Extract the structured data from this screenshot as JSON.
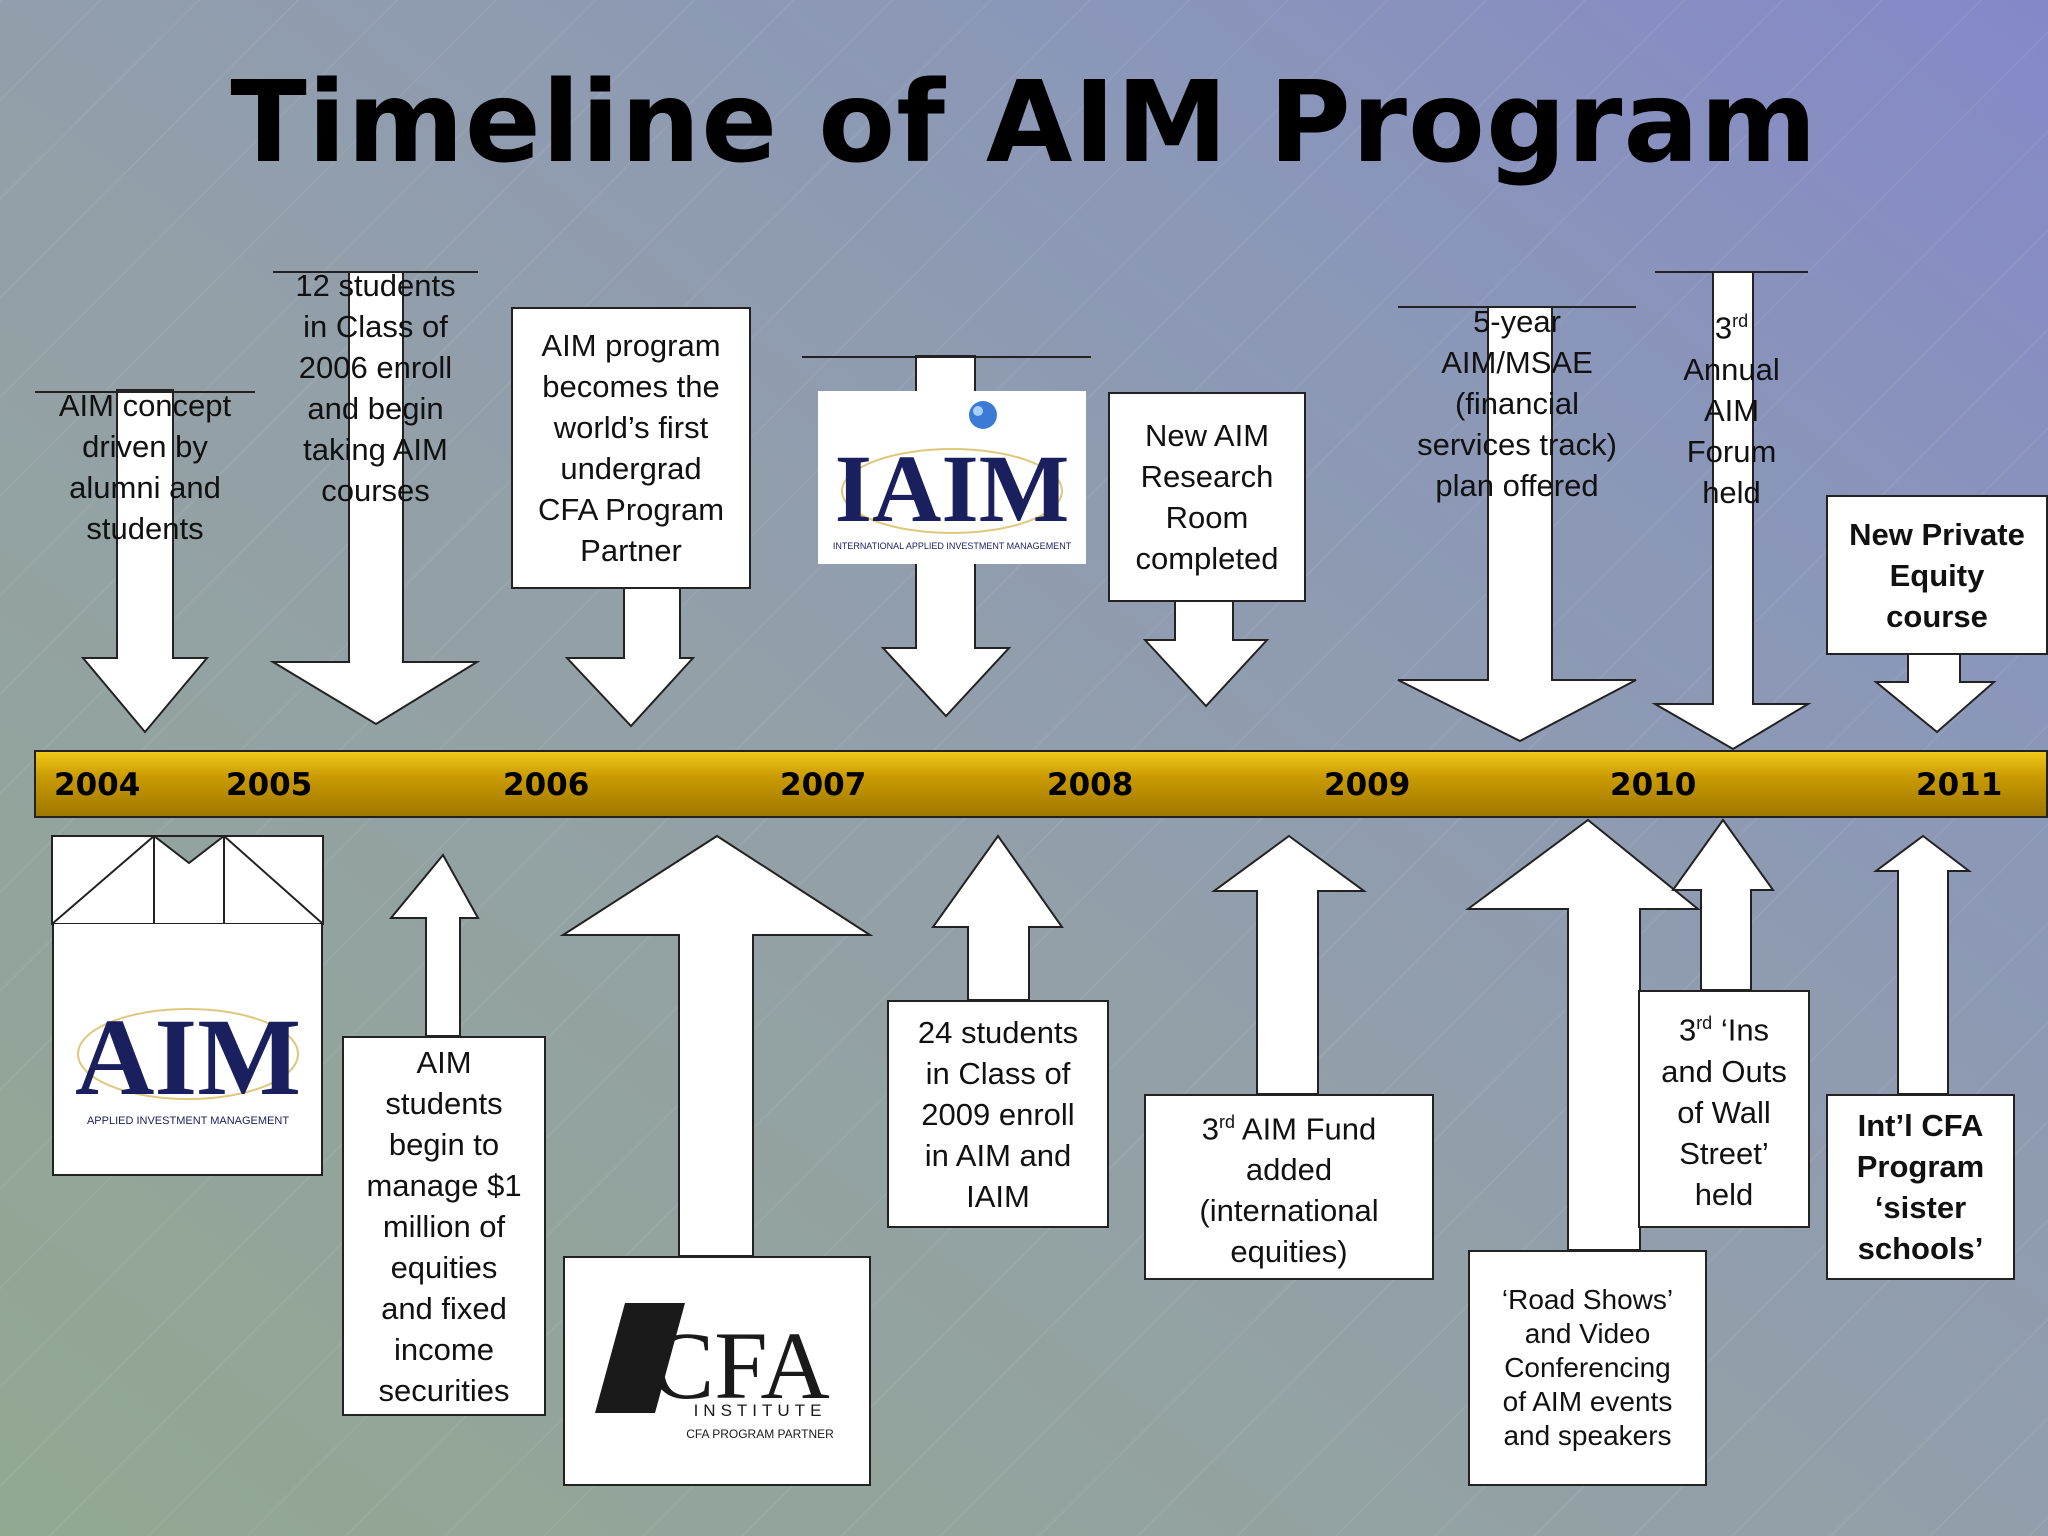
{
  "title": "Timeline of AIM Program",
  "years": [
    "2004",
    "2005",
    "2006",
    "2007",
    "2008",
    "2009",
    "2010",
    "2011"
  ],
  "events_top": [
    {
      "id": "aim-concept",
      "text": "AIM concept\ndriven by\nalumni and\nstudents"
    },
    {
      "id": "class-2006",
      "text": "12 students\nin Class of\n2006 enroll\nand begin\ntaking  AIM\ncourses"
    },
    {
      "id": "cfa-partner",
      "text": "AIM program\nbecomes the\nworld’s first\nundergrad\nCFA Program\nPartner"
    },
    {
      "id": "research-room",
      "text": "New AIM\nResearch\nRoom\ncompleted"
    },
    {
      "id": "msae",
      "text": "5-year\nAIM/MSAE\n(financial\nservices track)\nplan offered"
    },
    {
      "id": "forum",
      "text_sup": "3",
      "sup": "rd",
      "text": "\nAnnual\nAIM\nForum\nheld"
    },
    {
      "id": "private-equity",
      "text": "New Private\nEquity\ncourse"
    }
  ],
  "events_bottom": [
    {
      "id": "manage-1m",
      "text": "AIM\nstudents\nbegin to\nmanage $1\nmillion of\nequities\nand fixed\nincome\nsecurities"
    },
    {
      "id": "class-2009",
      "text": "24  students\nin Class of\n2009 enroll\nin AIM and\nIAIM"
    },
    {
      "id": "fund-3",
      "text_sup": "3",
      "sup": "rd",
      "text": " AIM Fund\nadded\n(international\nequities)"
    },
    {
      "id": "road-shows",
      "text": "‘Road Shows’\nand Video\nConferencing\nof AIM events\nand speakers"
    },
    {
      "id": "ins-outs",
      "text_sup": "3",
      "sup": "rd",
      "text": " ‘Ins\nand Outs\nof Wall\nStreet’\nheld"
    },
    {
      "id": "sister-schools",
      "text": "Int’l  CFA\nProgram\n‘sister\nschools’"
    }
  ],
  "logos": {
    "iaim": {
      "name": "IAIM",
      "caption": "INTERNATIONAL APPLIED INVESTMENT MANAGEMENT"
    },
    "aim": {
      "name": "AIM",
      "caption": "APPLIED INVESTMENT MANAGEMENT"
    },
    "cfa": {
      "name": "CFA",
      "sub": "INSTITUTE",
      "caption": "CFA PROGRAM PARTNER"
    }
  },
  "colors": {
    "bar_top": "#f0c81a",
    "bar_bottom": "#9e7800",
    "logo_navy": "#1a1f5e",
    "logo_gold": "#c9a227"
  }
}
